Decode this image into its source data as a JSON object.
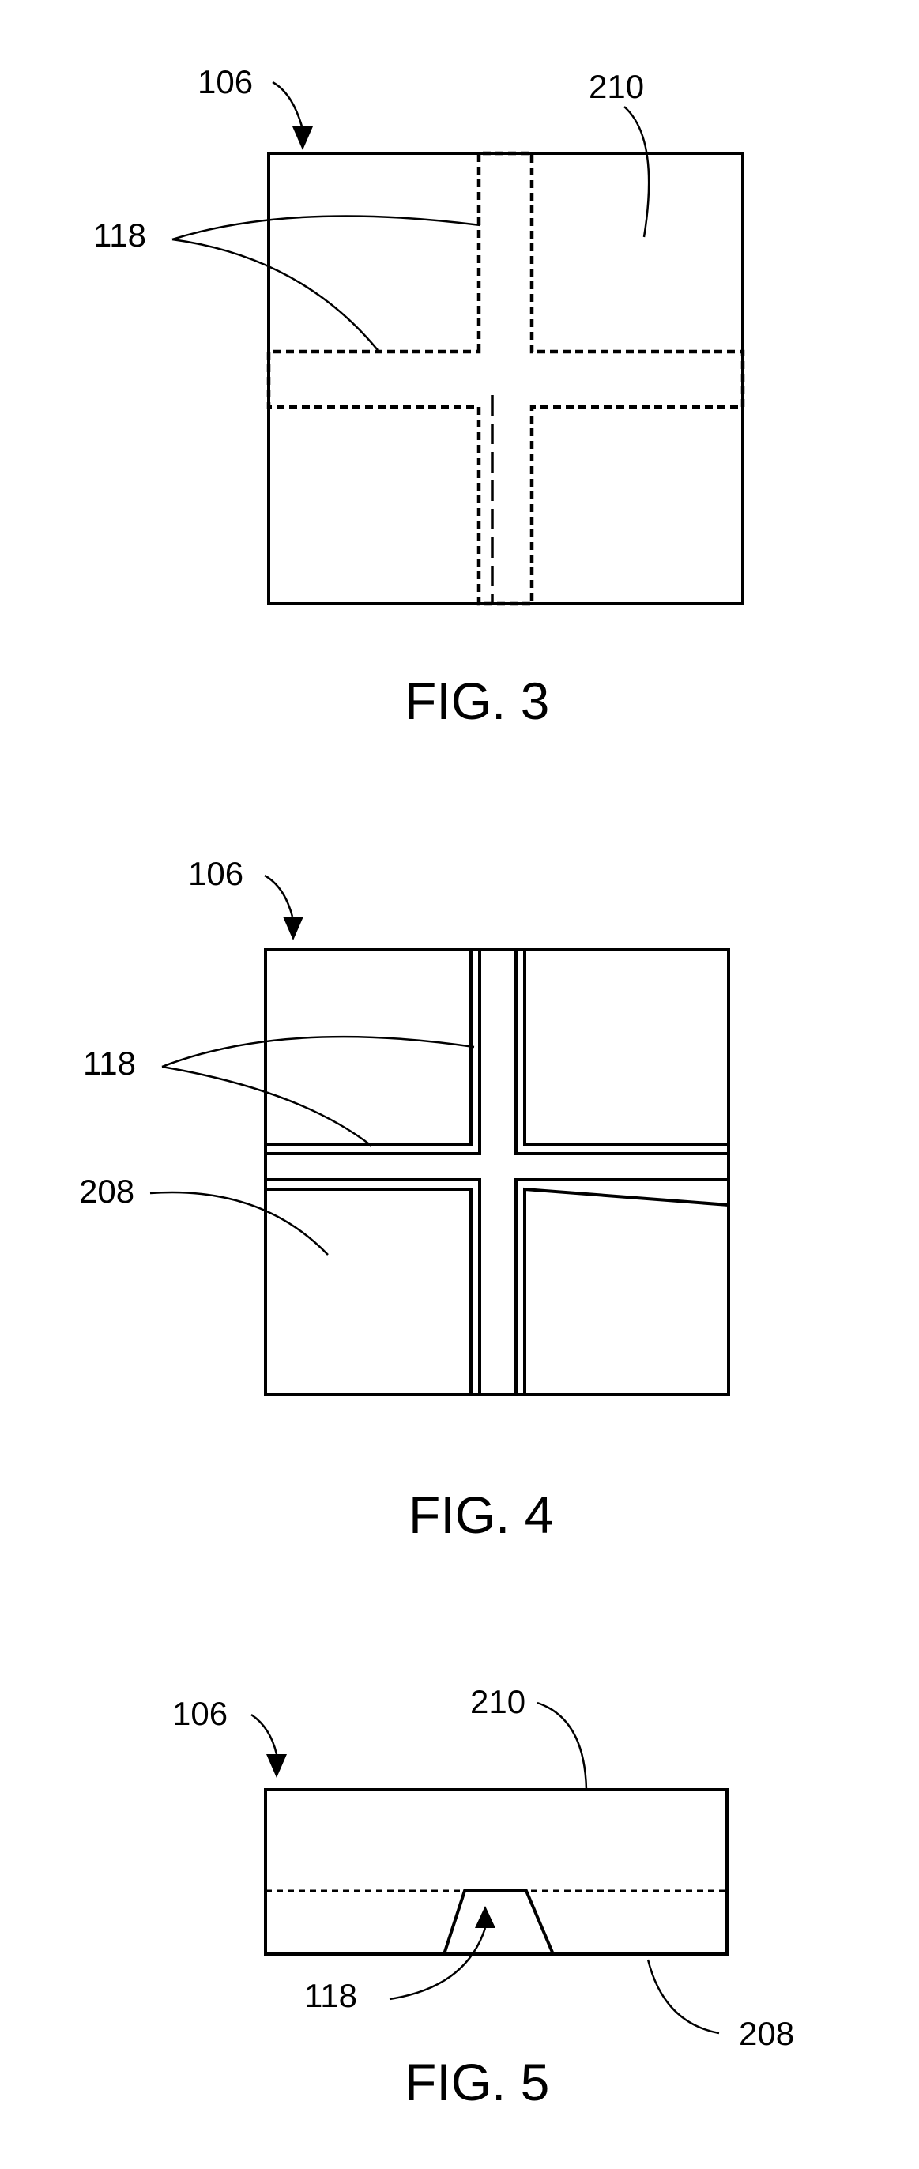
{
  "figures": [
    {
      "caption": "FIG. 3",
      "labels": {
        "assembly": "106",
        "leader_a": "118",
        "leader_b": "210"
      }
    },
    {
      "caption": "FIG. 4",
      "labels": {
        "assembly": "106",
        "leader_a": "118",
        "leader_b": "208"
      }
    },
    {
      "caption": "FIG. 5",
      "labels": {
        "assembly": "106",
        "top_layer": "210",
        "channel": "118",
        "bottom_layer": "208"
      }
    }
  ]
}
